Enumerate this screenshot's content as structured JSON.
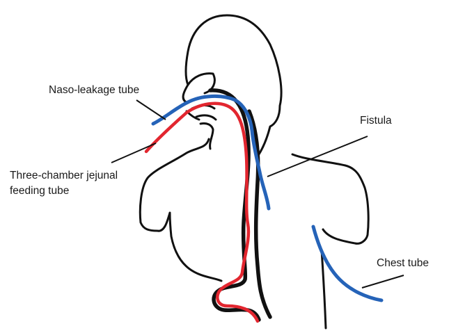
{
  "labels": {
    "naso_leakage_tube": "Naso-leakage tube",
    "fistula": "Fistula",
    "jejunal_line1": "Three-chamber jejunal",
    "jejunal_line2": "feeding tube",
    "chest_tube": "Chest tube"
  },
  "colors": {
    "outline": "#111111",
    "naso_leakage_tube": "#2563b8",
    "jejunal_feeding_tube": "#e2262f",
    "chest_tube": "#2563b8",
    "leader_line": "#111111"
  }
}
